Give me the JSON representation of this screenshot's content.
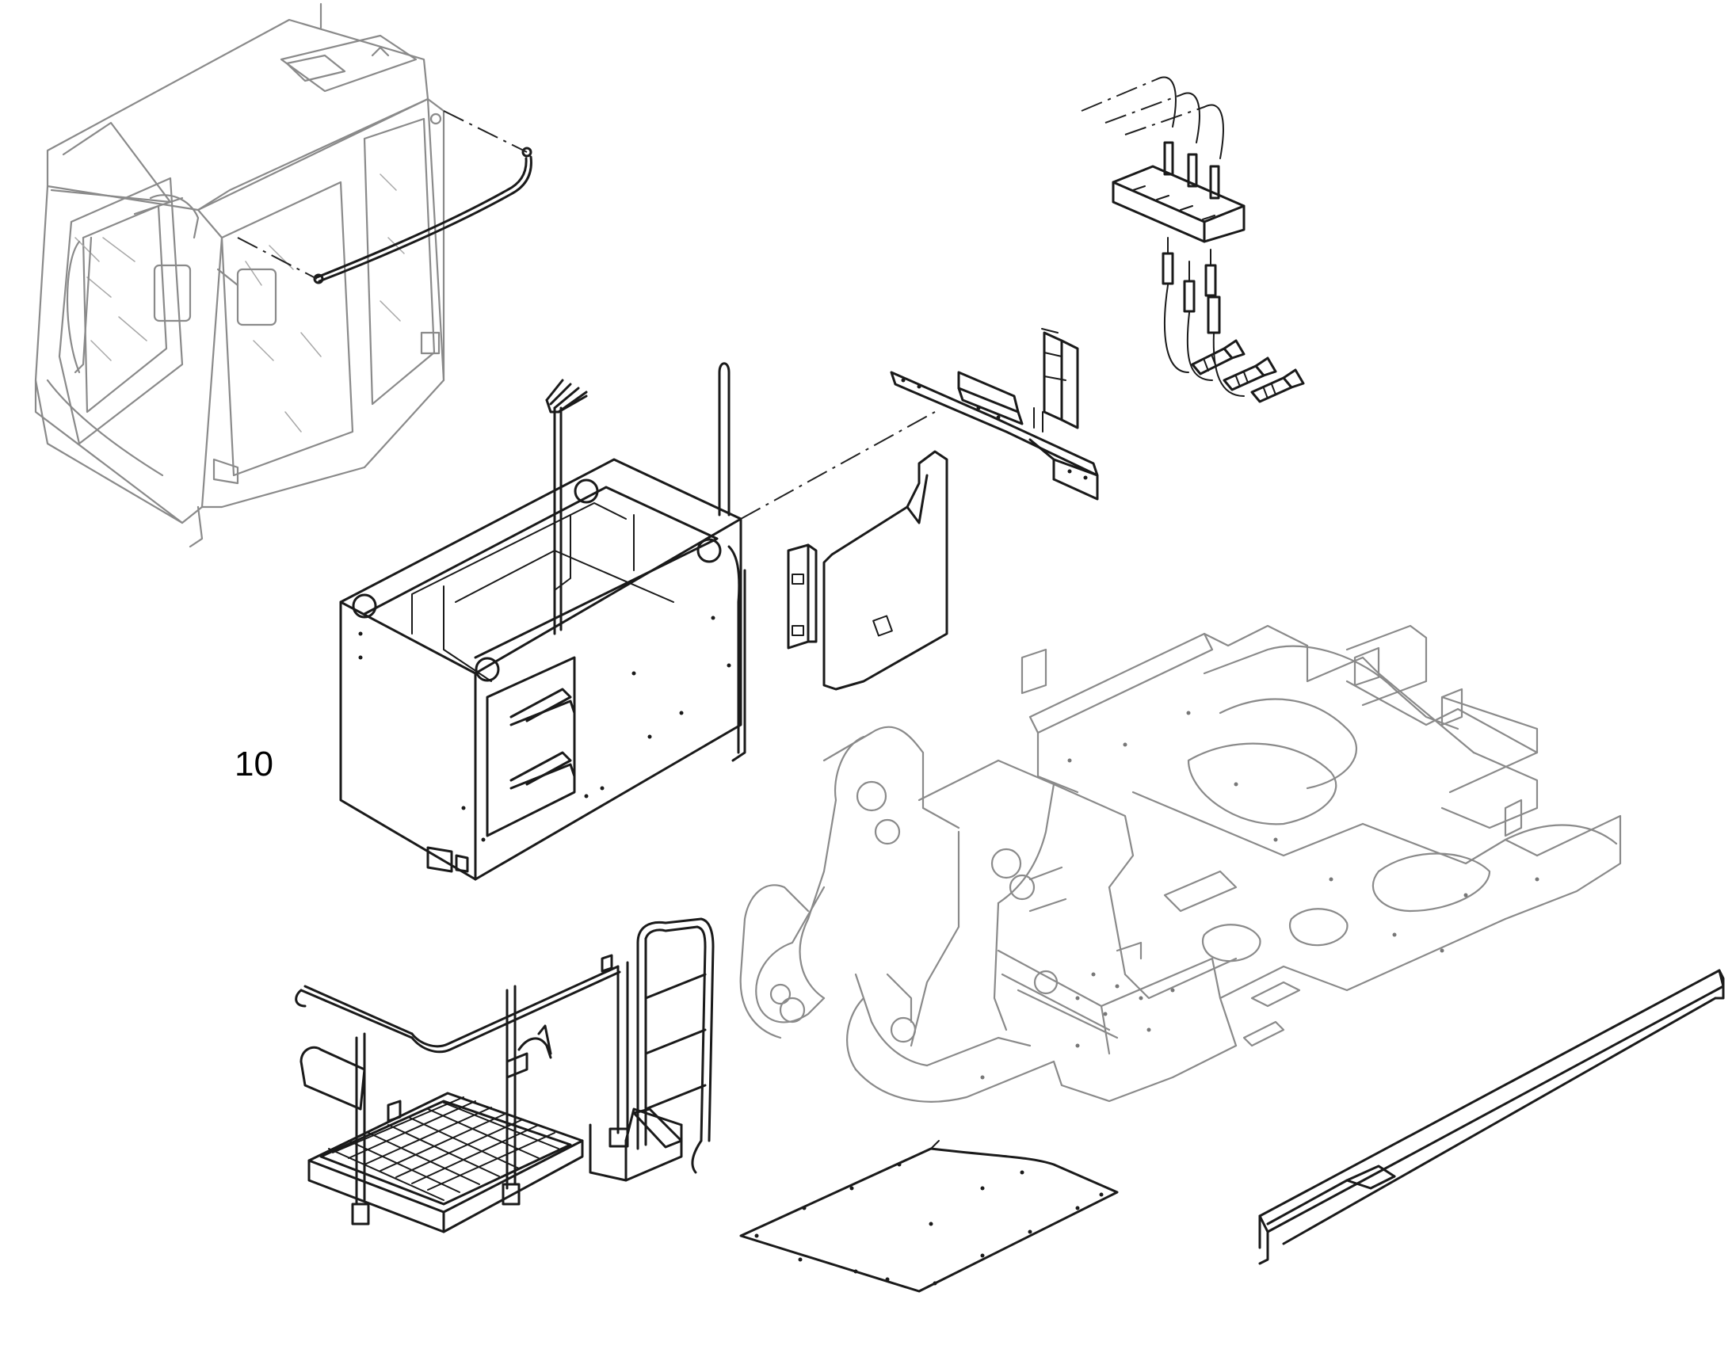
{
  "diagram": {
    "callout_label": "10",
    "parts": [
      {
        "name": "operator-cab",
        "style": "faint"
      },
      {
        "name": "cab-grab-rail",
        "style": "ink"
      },
      {
        "name": "valve-bolt-group",
        "style": "ink"
      },
      {
        "name": "mounting-bracket",
        "style": "ink"
      },
      {
        "name": "side-cover-panel",
        "style": "ink"
      },
      {
        "name": "hinge-strip",
        "style": "ink"
      },
      {
        "name": "console-box",
        "style": "ink"
      },
      {
        "name": "upper-frame",
        "style": "faint"
      },
      {
        "name": "platform-walkway",
        "style": "ink"
      },
      {
        "name": "bottom-plate",
        "style": "ink"
      },
      {
        "name": "side-rail-profile",
        "style": "ink"
      }
    ]
  }
}
